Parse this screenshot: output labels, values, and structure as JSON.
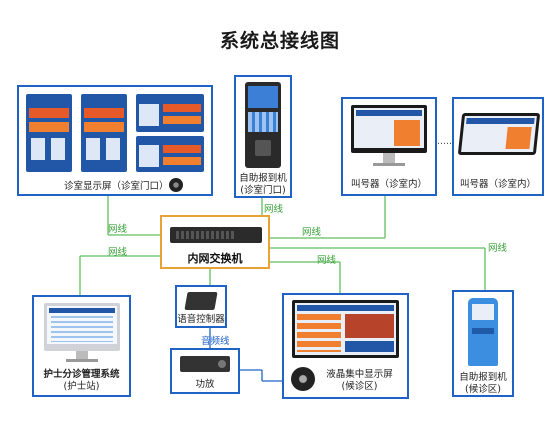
{
  "title": "系统总接线图",
  "devices": {
    "clinic_display": {
      "label": "诊室显示屏（诊室门口）"
    },
    "kiosk_door": {
      "label1": "自助报到机",
      "label2": "(诊室门口)"
    },
    "caller_a": {
      "label": "叫号器（诊室内）"
    },
    "caller_b": {
      "label": "叫号器（诊室内）"
    },
    "switch": {
      "label": "内网交换机"
    },
    "nurse": {
      "label1": "护士分诊管理系统",
      "label2": "(护士站)"
    },
    "voice": {
      "label": "语音控制器"
    },
    "amp": {
      "label": "功放"
    },
    "lcd": {
      "label1": "液晶集中显示屏",
      "label2": "(候诊区)"
    },
    "kiosk_wait": {
      "label1": "自助报到机",
      "label2": "(候诊区)"
    }
  },
  "links": {
    "net1": "网线",
    "net2": "网线",
    "net3": "网线",
    "net4": "网线",
    "net5": "网线",
    "net6": "网线",
    "audio": "音频线"
  },
  "ellipsis": "……",
  "colors": {
    "frame": "#1f63c7",
    "switch_frame": "#e8a235",
    "net_line": "#5fbf5f",
    "audio_line": "#1f63c7"
  }
}
